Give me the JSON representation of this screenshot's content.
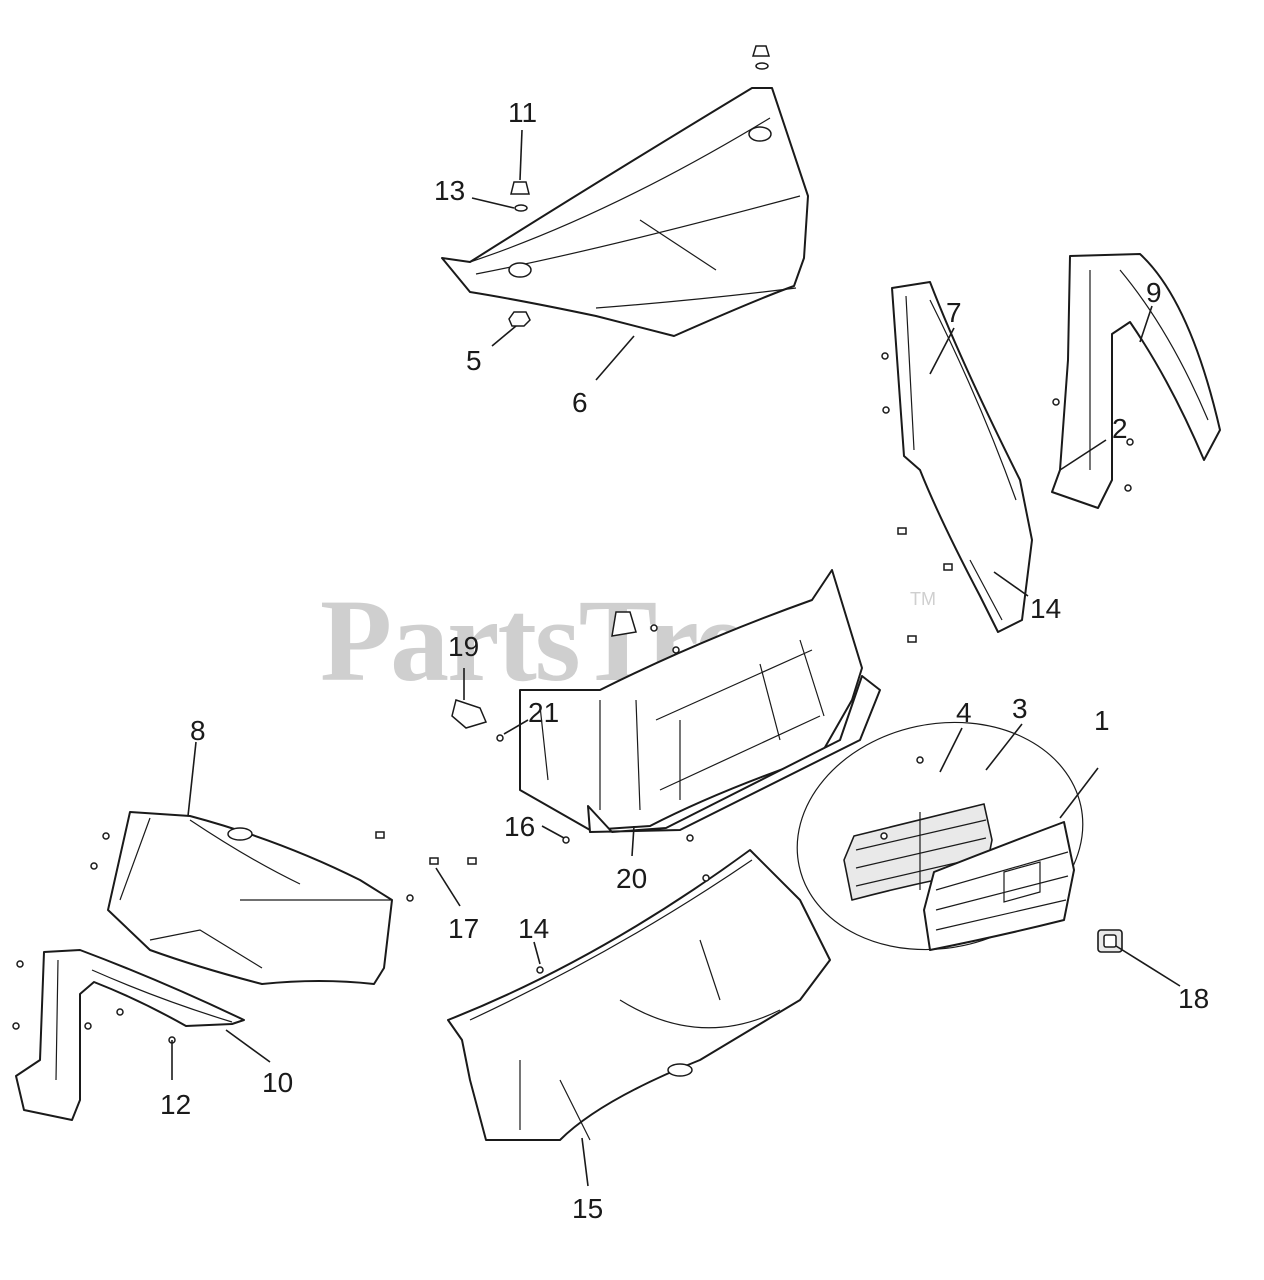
{
  "watermark": {
    "text": "PartsTree",
    "trademark": "TM"
  },
  "callouts": [
    "1",
    "2",
    "3",
    "4",
    "5",
    "6",
    "7",
    "8",
    "9",
    "10",
    "11",
    "12",
    "13",
    "14",
    "14",
    "15",
    "16",
    "17",
    "18",
    "19",
    "20",
    "21"
  ]
}
